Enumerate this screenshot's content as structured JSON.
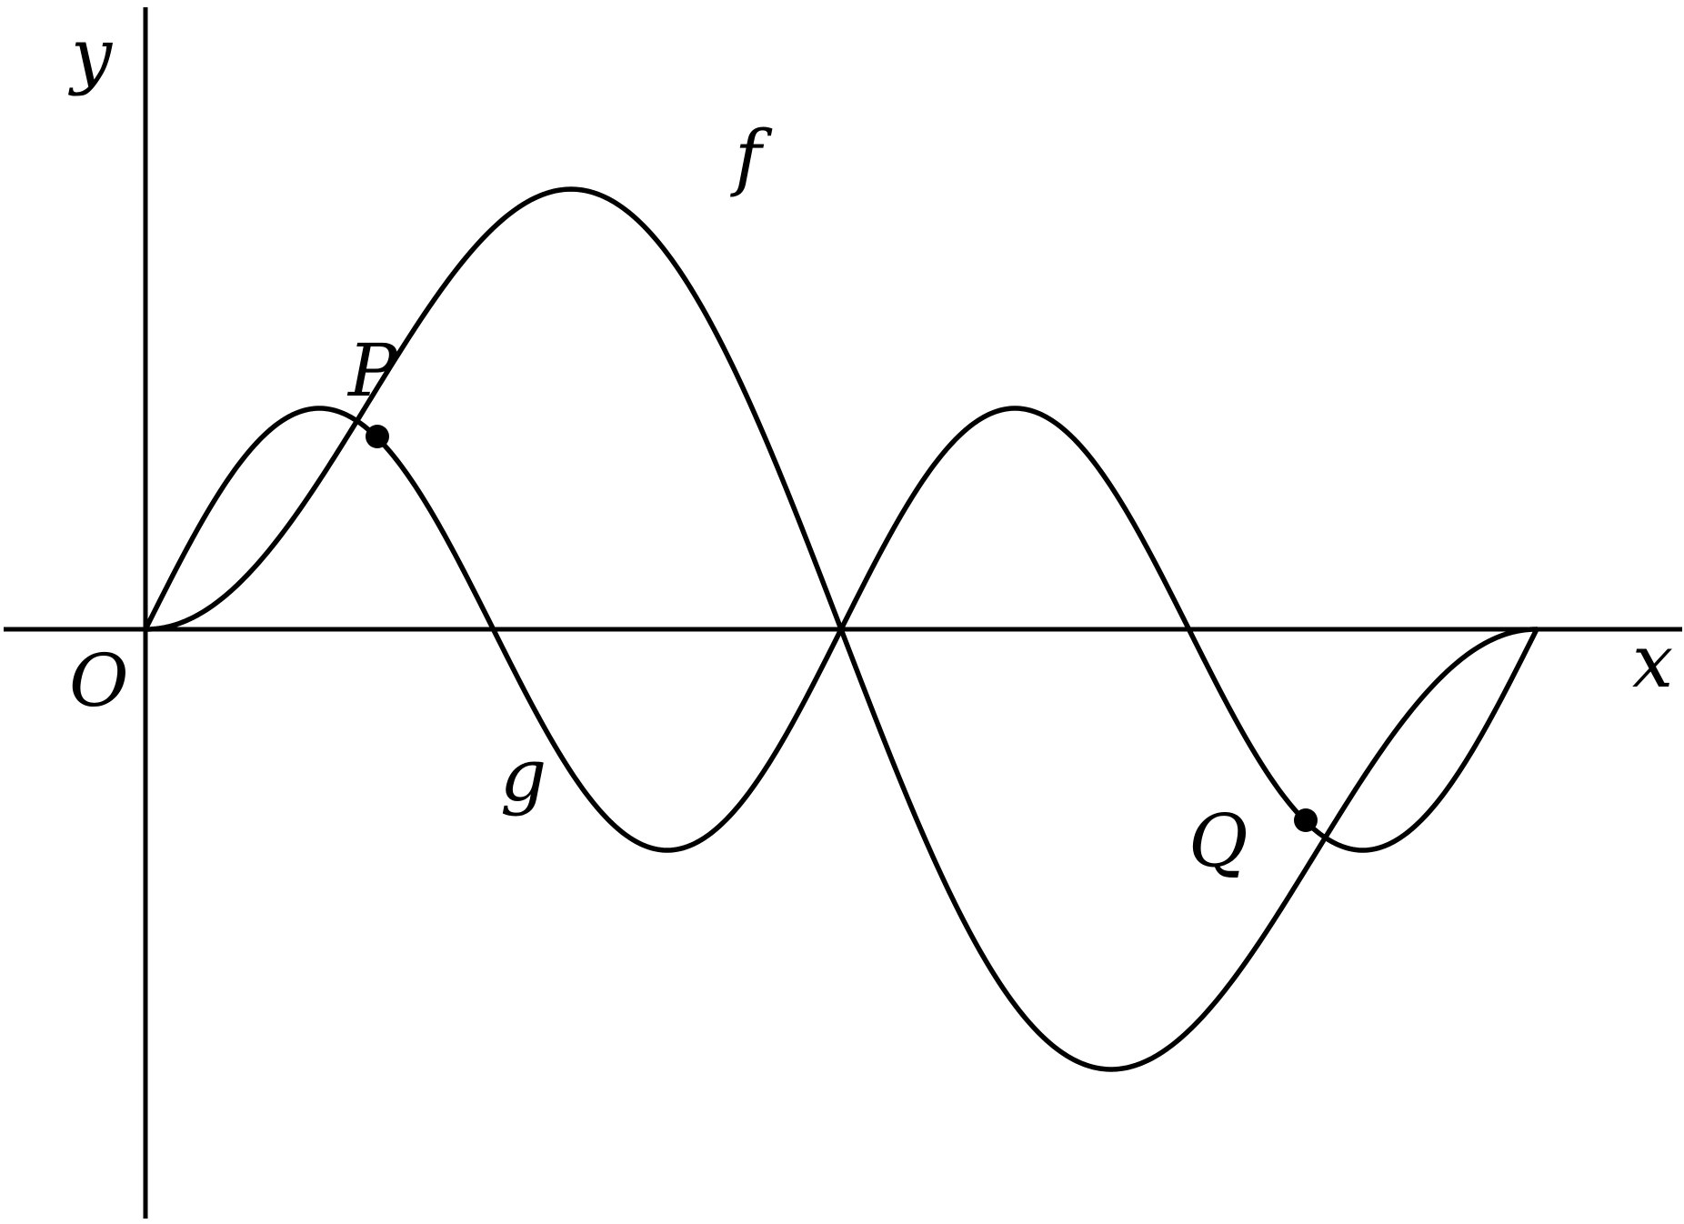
{
  "figure": {
    "axes": {
      "x_label": "x",
      "y_label": "y",
      "origin_label": "O"
    },
    "curves": [
      {
        "id": "f",
        "label": "f"
      },
      {
        "id": "g",
        "label": "g"
      }
    ],
    "points": [
      {
        "id": "P",
        "label": "P"
      },
      {
        "id": "Q",
        "label": "Q"
      }
    ],
    "colors": {
      "ink": "#000000",
      "background": "#ffffff"
    }
  }
}
